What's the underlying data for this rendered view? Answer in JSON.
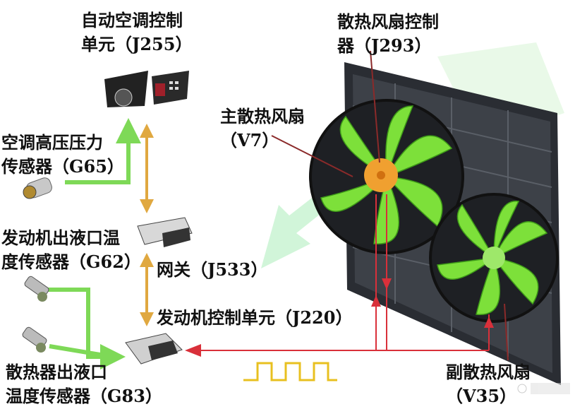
{
  "labels": {
    "j255": [
      "自动空调控制",
      "单元（J255）"
    ],
    "g65": [
      "空调高压压力",
      "传感器（G65）"
    ],
    "g62": [
      "发动机出液口温",
      "度传感器（G62）"
    ],
    "g83": [
      "散热器出液口",
      "温度传感器（G83）"
    ],
    "j533": "网关（J533）",
    "j220": "发动机控制单元（J220）",
    "j293": [
      "散热风扇控制",
      "器（J293）"
    ],
    "v7": [
      "主散热风扇",
      "（V7）"
    ],
    "v35": [
      "副散热风扇",
      "（V35）"
    ]
  },
  "colors": {
    "sensor_signal": "#7ed957",
    "can_bus": "#e0a840",
    "pwm_signal": "#d9303a",
    "fan_blade": "#7de03a",
    "fan_hub": "#f0a030",
    "frame": "#2a2d33",
    "square_wave": "#e8c020"
  },
  "icons": [
    "j255-control-unit",
    "g65-pressure-sensor",
    "j533-gateway",
    "g62-temp-sensor",
    "g83-temp-sensor",
    "j220-ecu",
    "radiator-fan-assembly"
  ]
}
